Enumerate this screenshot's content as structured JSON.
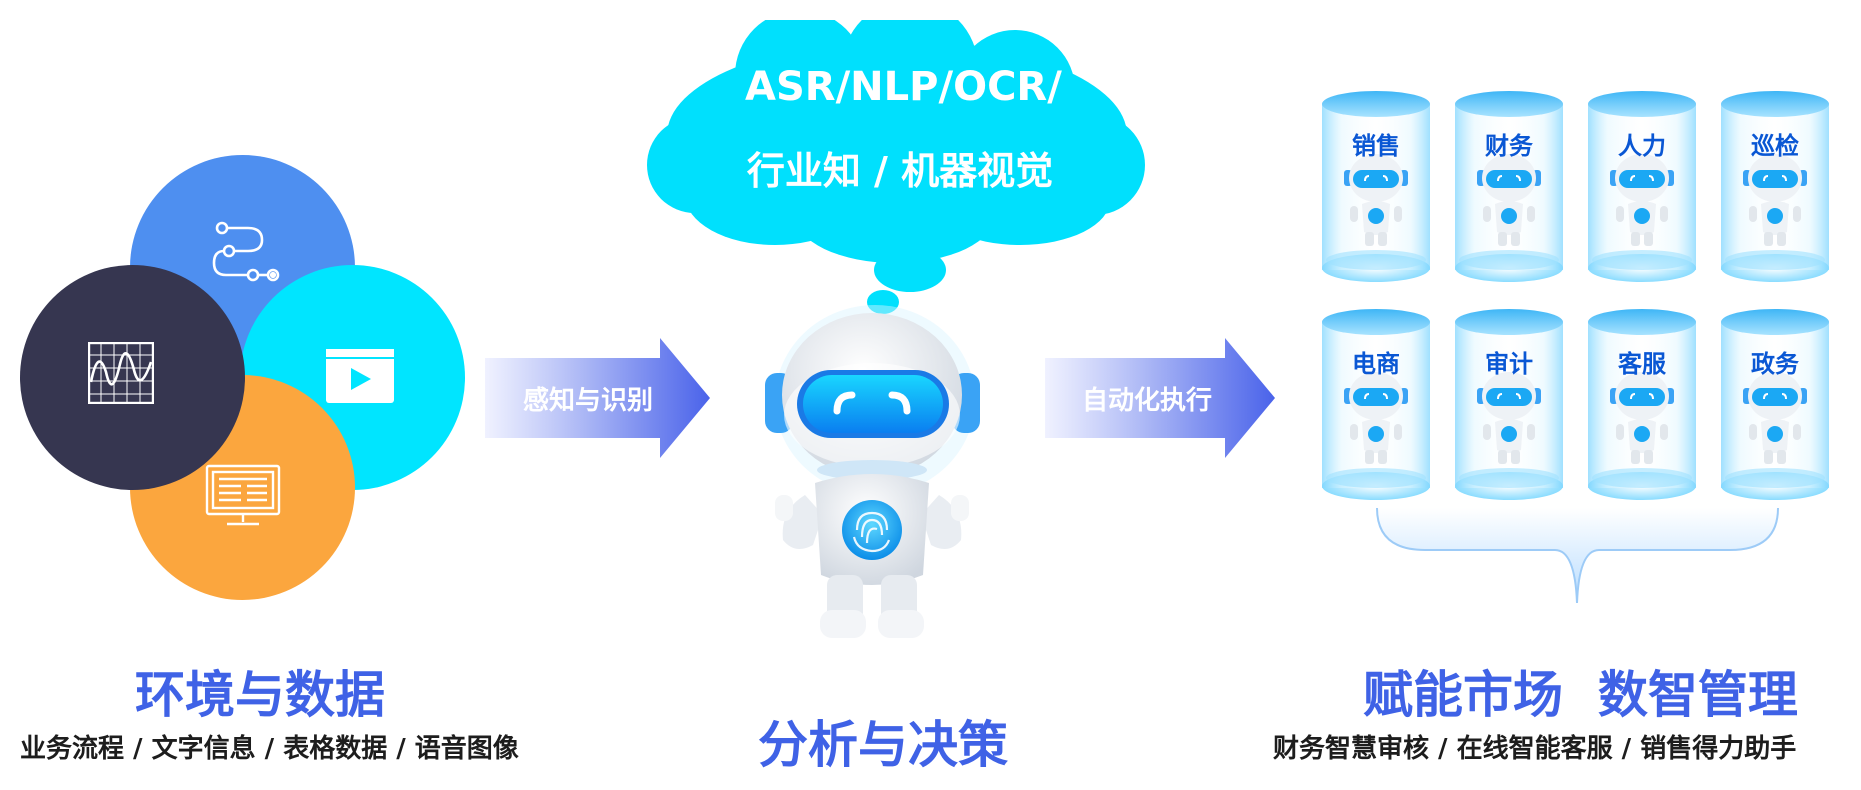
{
  "left_section": {
    "title": "环境与数据",
    "subtitle": "业务流程 / 文字信息 / 表格数据 / 语音图像",
    "circles": [
      {
        "icon": "workflow-icon",
        "color": "#4e8ff0"
      },
      {
        "icon": "video-play-icon",
        "color": "#00e5ff"
      },
      {
        "icon": "document-monitor-icon",
        "color": "#fba63e"
      },
      {
        "icon": "waveform-chart-icon",
        "color": "#363650"
      }
    ]
  },
  "arrow_left": {
    "label": "感知与识别"
  },
  "center_section": {
    "cloud_line1": "ASR/NLP/OCR/",
    "cloud_line2": "行业知 / 机器视觉",
    "title": "分析与决策"
  },
  "arrow_right": {
    "label": "自动化执行"
  },
  "right_section": {
    "capsules": [
      "销售",
      "财务",
      "人力",
      "巡检",
      "电商",
      "审计",
      "客服",
      "政务"
    ],
    "title": "赋能市场  数智管理",
    "subtitle": "财务智慧审核 / 在线智能客服 / 销售得力助手"
  },
  "colors": {
    "accent_blue": "#3f62e6",
    "cyan": "#00e5ff",
    "capsule_label": "#0a57d4"
  }
}
